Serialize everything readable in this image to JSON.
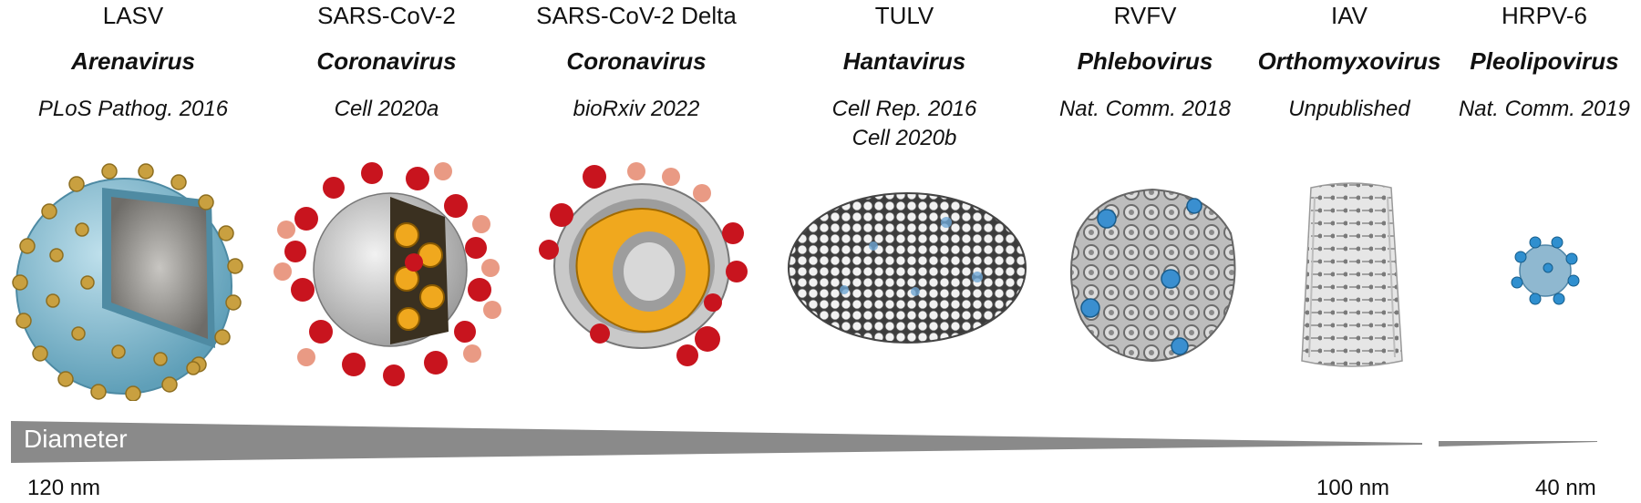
{
  "viruses": [
    {
      "name": "LASV",
      "genus": "Arenavirus",
      "refs": [
        "PLoS Pathog. 2016"
      ]
    },
    {
      "name": "SARS-CoV-2",
      "genus": "Coronavirus",
      "refs": [
        "Cell 2020a"
      ]
    },
    {
      "name": "SARS-CoV-2 Delta",
      "genus": "Coronavirus",
      "refs": [
        "bioRxiv 2022"
      ]
    },
    {
      "name": "TULV",
      "genus": "Hantavirus",
      "refs": [
        "Cell Rep. 2016",
        "Cell 2020b"
      ]
    },
    {
      "name": "RVFV",
      "genus": "Phlebovirus",
      "refs": [
        "Nat. Comm. 2018"
      ]
    },
    {
      "name": "IAV",
      "genus": "Orthomyxovirus",
      "refs": [
        "Unpublished"
      ]
    },
    {
      "name": "HRPV-6",
      "genus": "Pleolipovirus",
      "refs": [
        "Nat. Comm. 2019"
      ]
    }
  ],
  "diameter": {
    "label": "Diameter",
    "sizes": [
      "120 nm",
      "100 nm",
      "40 nm"
    ]
  },
  "colors": {
    "bar": "#8a8a8a",
    "lasv_envelope": "#8fc3d8",
    "lasv_spike": "#c9a040",
    "spike_red": "#c8141e",
    "spike_salmon": "#e99a84",
    "core_orange": "#f0a81e",
    "particle_gray": "#d2d2d2",
    "blue_accent": "#3a8fd0"
  }
}
